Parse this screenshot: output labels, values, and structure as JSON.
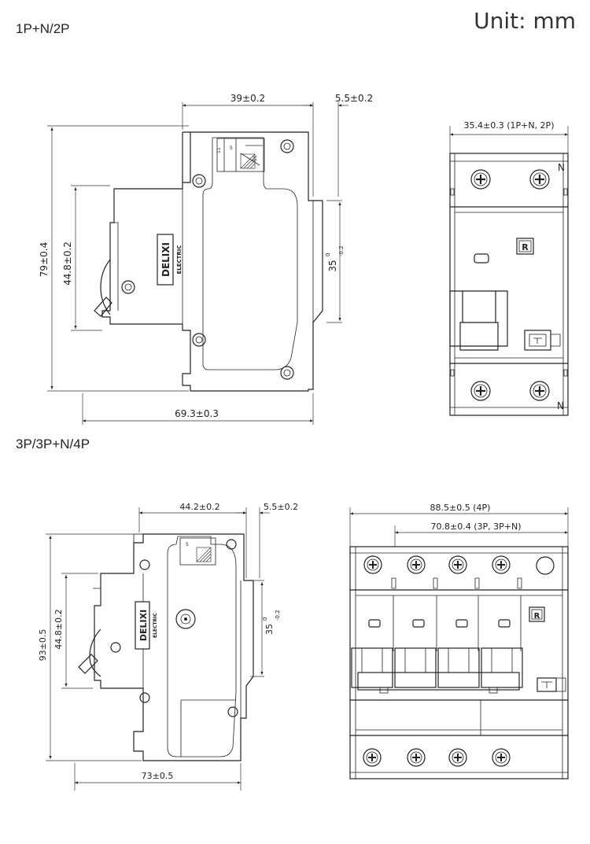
{
  "header": {
    "unit": "Unit: mm"
  },
  "section_1": {
    "title": "1P+N/2P",
    "side_view": {
      "width_top": "39±0.2",
      "offset_right": "5.5±0.2",
      "height_total": "79±0.4",
      "height_inner": "44.8±0.2",
      "rail_height": "35",
      "rail_tol_upper": "0",
      "rail_tol_lower": "-0.2",
      "width_bottom": "69.3±0.3",
      "brand_logo": "DELIXI",
      "brand_sub": "ELECTRIC"
    },
    "front_view": {
      "width": "35.4±0.3 (1P+N, 2P)",
      "terminal_top_label": "N",
      "terminal_bottom_label": "N",
      "reset_label": "R"
    }
  },
  "section_2": {
    "title": "3P/3P+N/4P",
    "side_view": {
      "width_top": "44.2±0.2",
      "offset_right": "5.5±0.2",
      "height_total": "93±0.5",
      "height_inner": "44.8±0.2",
      "rail_height": "35",
      "rail_tol_upper": "0",
      "rail_tol_lower": "-0.2",
      "width_bottom": "73±0.5",
      "brand_logo": "DELIXI",
      "brand_sub": "ELECTRIC"
    },
    "front_view": {
      "width_4p": "88.5±0.5 (4P)",
      "width_3p": "70.8±0.4 (3P, 3P+N)",
      "reset_label": "R"
    }
  },
  "colors": {
    "line": "#222222",
    "background": "#ffffff"
  }
}
